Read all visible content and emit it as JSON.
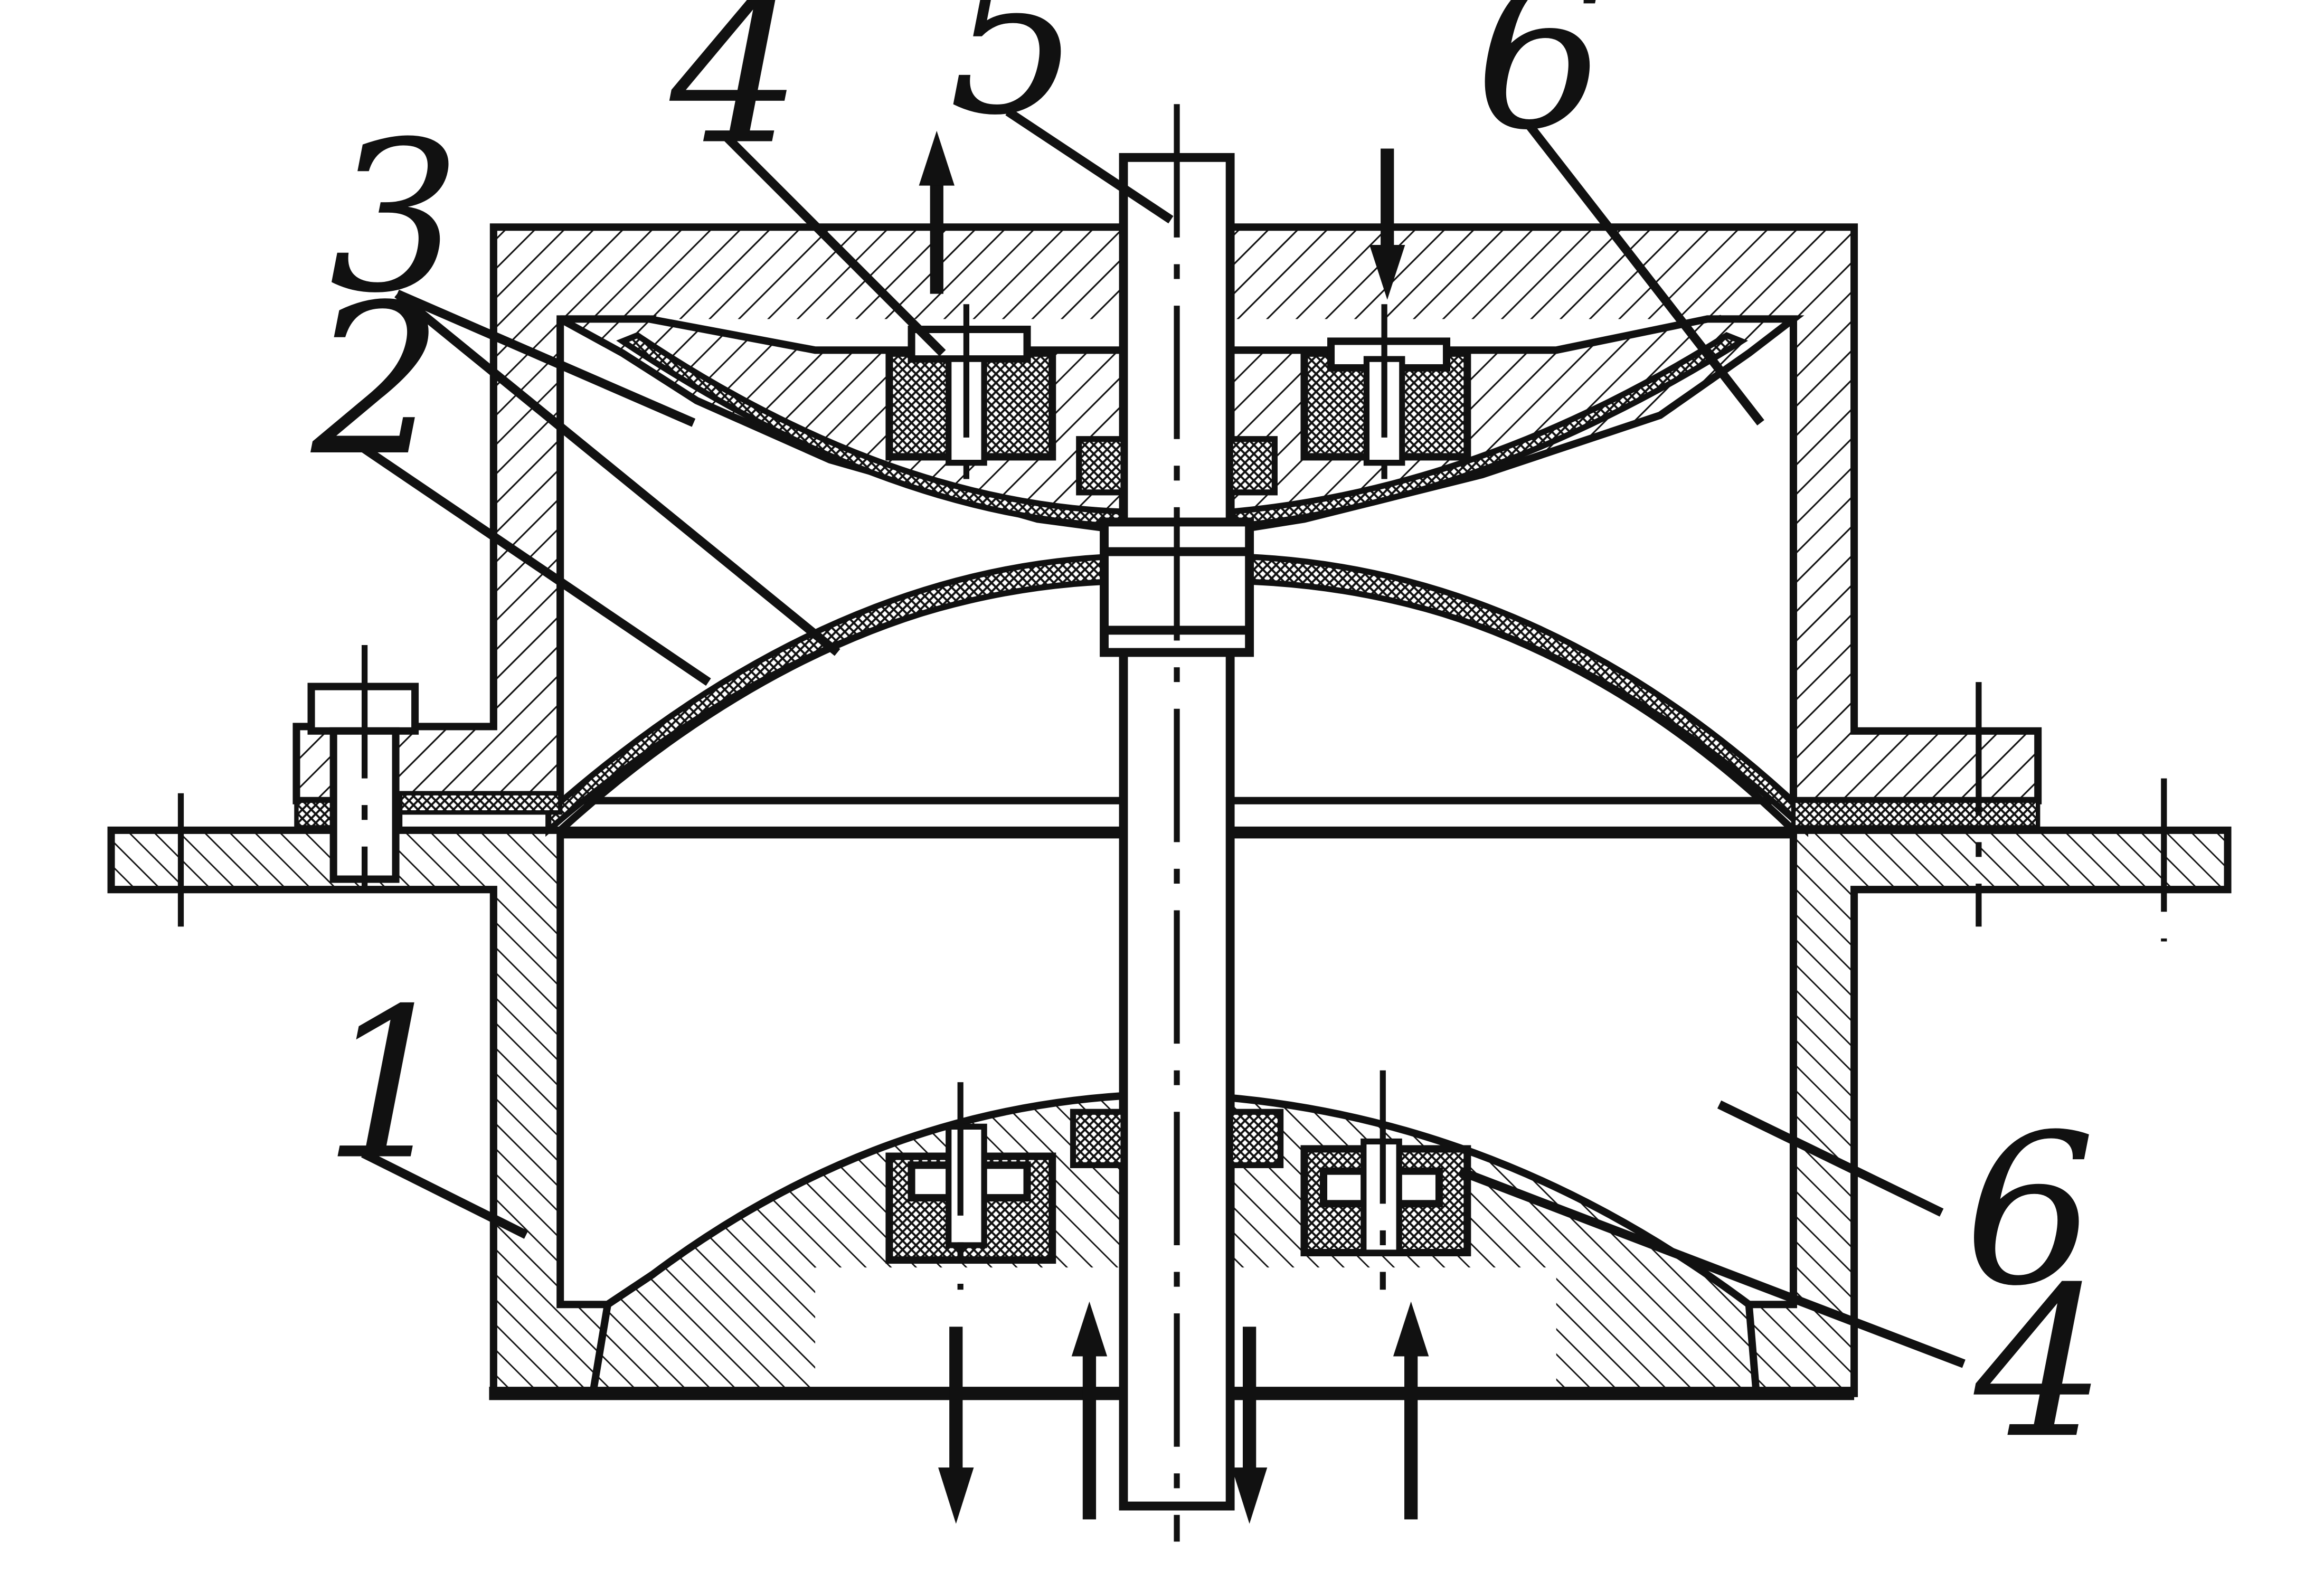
{
  "figure": {
    "labels": [
      {
        "key": "body",
        "text": "1"
      },
      {
        "key": "membrane",
        "text": "2"
      },
      {
        "key": "sealing-layer",
        "text": "3"
      },
      {
        "key": "valve-top",
        "text": "4"
      },
      {
        "key": "rod",
        "text": "5"
      },
      {
        "key": "chamber-top",
        "text": "6"
      },
      {
        "key": "chamber-bottom",
        "text": "6"
      },
      {
        "key": "valve-bottom",
        "text": "4"
      }
    ]
  }
}
